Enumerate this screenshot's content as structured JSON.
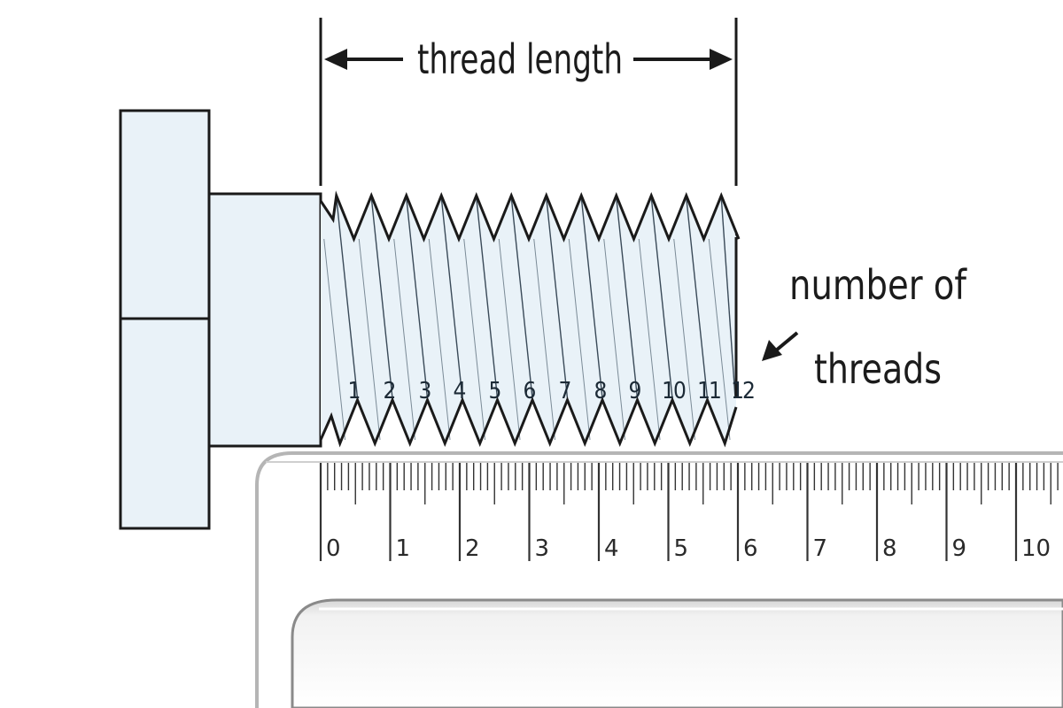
{
  "labels": {
    "thread_length": "thread length",
    "number_of_line1": "number of",
    "number_of_line2": "threads"
  },
  "thread_numbers": [
    "1",
    "2",
    "3",
    "4",
    "5",
    "6",
    "7",
    "8",
    "9",
    "10",
    "11",
    "12"
  ],
  "ruler_numbers": [
    "0",
    "1",
    "2",
    "3",
    "4",
    "5",
    "6",
    "7",
    "8",
    "9",
    "10"
  ],
  "colors": {
    "bolt_fill": "#e9f2f8",
    "outline": "#111111",
    "ruler_fill": "#ffffff",
    "ruler_inner": "#ececec"
  }
}
